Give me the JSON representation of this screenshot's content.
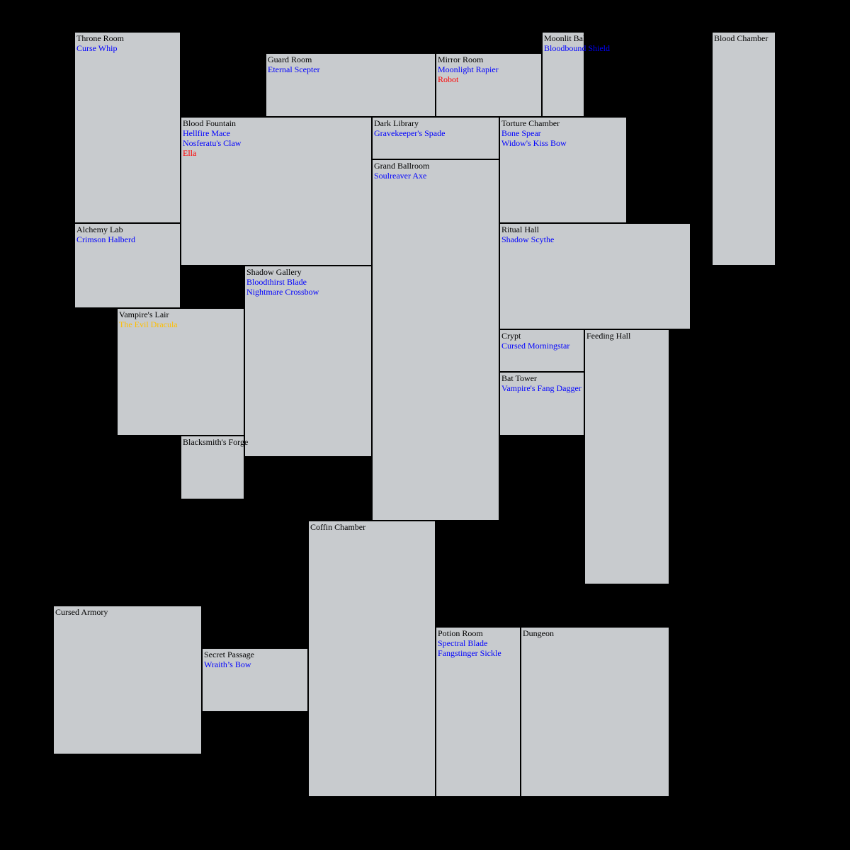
{
  "colors": {
    "background": "#000000",
    "room_fill": "#c8cbce",
    "room_name": "#000000",
    "weapon": "#0000ff",
    "ally": "#ff0000",
    "boss": "#ffbf00"
  },
  "rooms": {
    "throne": {
      "name": "Throne Room",
      "items": [
        "Curse Whip"
      ]
    },
    "guard": {
      "name": "Guard Room",
      "items": [
        "Eternal Scepter"
      ]
    },
    "mirror": {
      "name": "Mirror Room",
      "items": [
        "Moonlight Rapier"
      ],
      "ally": "Robot"
    },
    "moonlit": {
      "name": "Moonlit Balcony",
      "items": [
        "Bloodbound Shield"
      ]
    },
    "bloodch": {
      "name": "Blood Chamber",
      "items": []
    },
    "fountain": {
      "name": "Blood Fountain",
      "items": [
        "Hellfire Mace",
        "Nosferatu's Claw"
      ],
      "ally": "Ella"
    },
    "library": {
      "name": "Dark Library",
      "items": [
        "Gravekeeper's Spade"
      ]
    },
    "torture": {
      "name": "Torture Chamber",
      "items": [
        "Bone Spear",
        "Widow's Kiss Bow"
      ]
    },
    "ballroom": {
      "name": "Grand Ballroom",
      "items": [
        "Soulreaver Axe"
      ]
    },
    "alchemy": {
      "name": "Alchemy Lab",
      "items": [
        "Crimson Halberd"
      ]
    },
    "ritual": {
      "name": "Ritual Hall",
      "items": [
        "Shadow Scythe"
      ]
    },
    "shadow": {
      "name": "Shadow Gallery",
      "items": [
        "Bloodthirst Blade",
        "Nightmare Crossbow"
      ]
    },
    "lair": {
      "name": "Vampire's Lair",
      "items": [],
      "boss": "The Evil Dracula"
    },
    "crypt": {
      "name": "Crypt",
      "items": [
        "Cursed Morningstar"
      ]
    },
    "feeding": {
      "name": "Feeding Hall",
      "items": []
    },
    "battower": {
      "name": "Bat Tower",
      "items": [
        "Vampire's Fang Dagger"
      ]
    },
    "forge": {
      "name": "Blacksmith's Forge",
      "items": []
    },
    "coffin": {
      "name": "Coffin Chamber",
      "items": []
    },
    "armory": {
      "name": "Cursed Armory",
      "items": []
    },
    "potion": {
      "name": "Potion Room",
      "items": [
        "Spectral Blade",
        "Fangstinger Sickle"
      ]
    },
    "dungeon": {
      "name": "Dungeon",
      "items": []
    },
    "secret": {
      "name": "Secret Passage",
      "items": [
        "Wraith’s Bow"
      ]
    }
  }
}
